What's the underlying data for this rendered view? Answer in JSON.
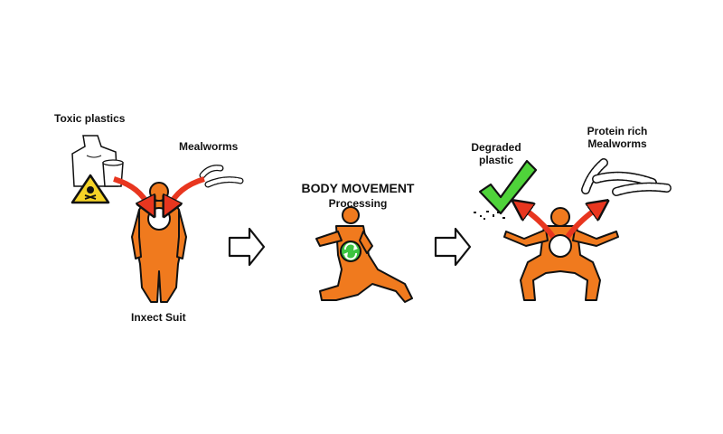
{
  "colors": {
    "suit": "#f07a1e",
    "outline": "#111111",
    "arrow_red": "#e8361f",
    "check_green": "#4fd33a",
    "recycle_green": "#3cc43f"
  },
  "stage1": {
    "toxic_label": "Toxic plastics",
    "mealworms_label": "Mealworms",
    "suit_label": "Inxect Suit"
  },
  "stage2": {
    "title": "BODY MOVEMENT",
    "subtitle": "Processing"
  },
  "stage3": {
    "degraded_label": "Degraded\nplastic",
    "protein_label": "Protein rich\nMealworms"
  },
  "icons": [
    "toxic-plastic-bottles-icon",
    "skull-warning-icon",
    "mealworm-icon",
    "recycle-icon",
    "checkmark-icon",
    "process-arrow-icon"
  ]
}
